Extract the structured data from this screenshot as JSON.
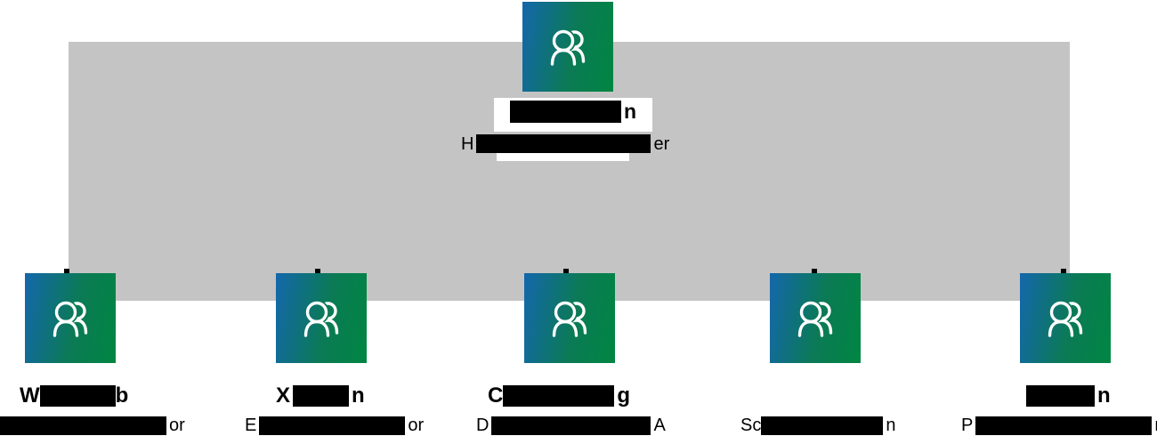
{
  "colors": {
    "panel_grey": "#c4c4c4",
    "tile_gradient_start": "#1467ab",
    "tile_gradient_end": "#008642",
    "redaction": "#000000",
    "label_box": "#ffffff"
  },
  "org_chart": {
    "icon": "people-icon",
    "root": {
      "name": {
        "prefix": "",
        "suffix": "n"
      },
      "title": {
        "prefix": "H",
        "suffix": "er"
      }
    },
    "reports": [
      {
        "name": {
          "prefix": "W",
          "suffix": "b"
        },
        "title": {
          "prefix": "",
          "suffix": "or"
        }
      },
      {
        "name": {
          "prefix": "X",
          "suffix": "n"
        },
        "title": {
          "prefix": "E",
          "suffix": "or"
        }
      },
      {
        "name": {
          "prefix": "C",
          "suffix": "g"
        },
        "title": {
          "prefix": "D",
          "suffix": "A"
        }
      },
      {
        "name": null,
        "title": {
          "prefix": "Sc",
          "suffix": "n"
        }
      },
      {
        "name": {
          "prefix": "",
          "suffix": "n"
        },
        "title": {
          "prefix": "P",
          "suffix": "r"
        }
      }
    ]
  }
}
